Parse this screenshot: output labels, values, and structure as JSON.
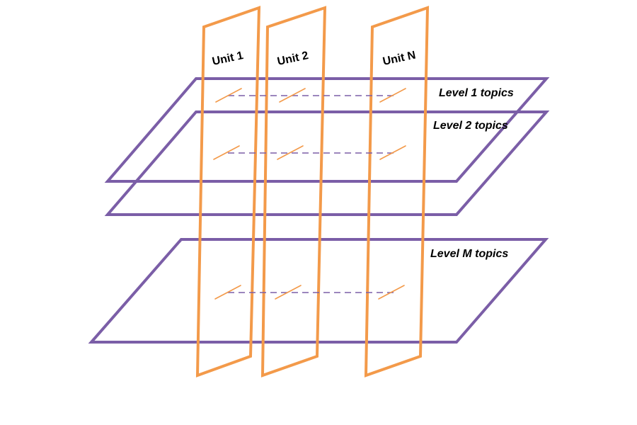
{
  "colors": {
    "level_plane": "#7B5EA7",
    "unit_plane": "#F39A4A",
    "connector": "#7B5EA7",
    "text": "#000000"
  },
  "units": [
    {
      "label": "Unit 1"
    },
    {
      "label": "Unit 2"
    },
    {
      "label": "Unit N"
    }
  ],
  "levels": [
    {
      "label": "Level 1 topics"
    },
    {
      "label": "Level 2 topics"
    },
    {
      "label": "Level M topics"
    }
  ]
}
